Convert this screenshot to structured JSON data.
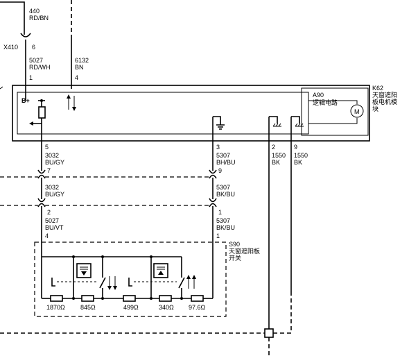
{
  "top_wire": {
    "number": "440",
    "color": "RD/BN"
  },
  "connector_x410": {
    "name": "X410",
    "pin": "6"
  },
  "wire_5027_top": {
    "number": "5027",
    "color": "RD/WH",
    "pin": "1"
  },
  "wire_6132": {
    "number": "6132",
    "color": "BN",
    "pin": "4"
  },
  "module_k62": {
    "id": "K62",
    "name_lines": [
      "天窗遮阳",
      "板电机模",
      "块"
    ],
    "b_plus": "B+"
  },
  "logic_a90": {
    "id": "A90",
    "name": "逻辑电路"
  },
  "motor": {
    "symbol": "M"
  },
  "wire_3032_upper": {
    "pin_top": "5",
    "number": "3032",
    "color": "BU/GY",
    "pin_bottom": "7"
  },
  "wire_5307_upper": {
    "pin_top": "3",
    "number": "5307",
    "color": "BH/BU",
    "pin_bottom": "9"
  },
  "wire_1550_a": {
    "pin": "2",
    "number": "1550",
    "color": "BK"
  },
  "wire_1550_b": {
    "pin": "9",
    "number": "1550",
    "color": "BK"
  },
  "wire_3032_lower": {
    "number": "3032",
    "color": "BU/GY",
    "pin_bottom": "2"
  },
  "wire_5307_mid": {
    "number": "5307",
    "color": "BK/BU",
    "pin_bottom": "1"
  },
  "wire_5027_lower": {
    "number": "5027",
    "color": "BU/VT",
    "pin": "4"
  },
  "wire_5307_lower": {
    "number": "5307",
    "color": "BK/BU",
    "pin": "1"
  },
  "switch_s90": {
    "id": "S90",
    "name_lines": [
      "天窗遮阳板",
      "开关"
    ]
  },
  "resistors": [
    "1870Ω",
    "845Ω",
    "499Ω",
    "340Ω",
    "97.6Ω"
  ]
}
